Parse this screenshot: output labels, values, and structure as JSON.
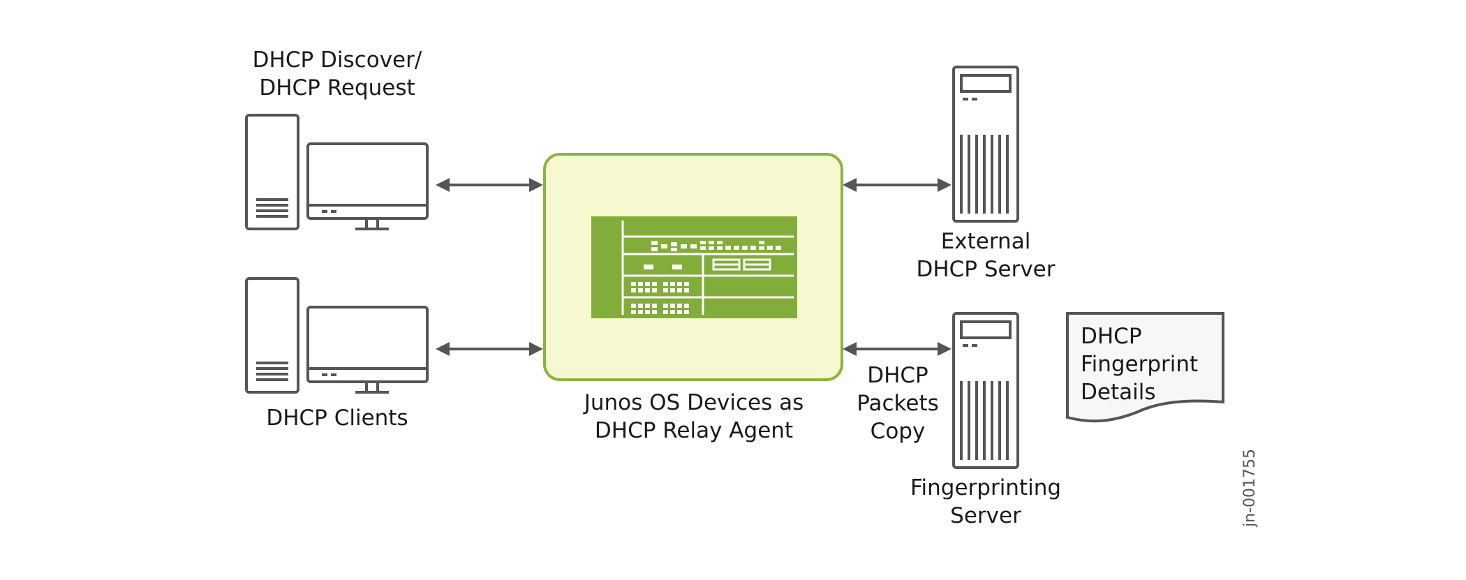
{
  "labels": {
    "client_request_line1": "DHCP Discover/",
    "client_request_line2": "DHCP Request",
    "clients": "DHCP Clients",
    "relay_line1": "Junos OS Devices as",
    "relay_line2": "DHCP Relay Agent",
    "external_server_line1": "External",
    "external_server_line2": "DHCP Server",
    "packets_copy_line1": "DHCP",
    "packets_copy_line2": "Packets",
    "packets_copy_line3": "Copy",
    "fingerprint_server_line1": "Fingerprinting",
    "fingerprint_server_line2": "Server",
    "doc_line1": "DHCP",
    "doc_line2": "Fingerprint",
    "doc_line3": "Details",
    "figure_code": "jn-001755"
  },
  "colors": {
    "stroke": "#555555",
    "relay_border": "#8ab43f",
    "relay_fill": "#f6f9cf",
    "chassis_green": "#82ad3a",
    "doc_fill": "#f7f7f7",
    "text": "#1a1a1a"
  }
}
